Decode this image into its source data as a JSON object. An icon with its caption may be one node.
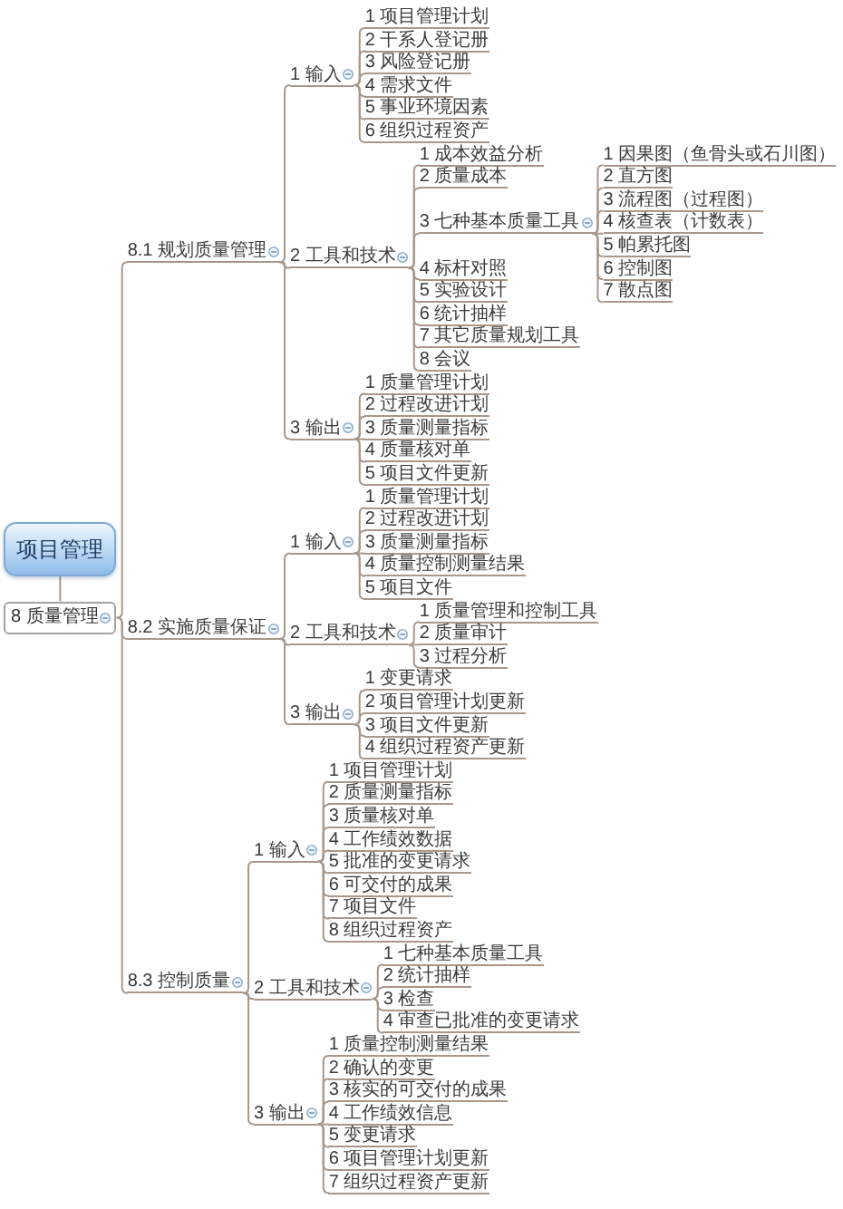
{
  "diagram": {
    "nodes": [
      {
        "text": [
          "项目管理"
        ]
      },
      {
        "text": [
          "8 质量管理"
        ]
      },
      {
        "text": [
          "8.1 规划质量管理"
        ]
      },
      {
        "text": [
          "1 输入"
        ]
      },
      {
        "text": [
          "1 项目管理计划"
        ]
      },
      {
        "text": [
          "2 干系人登记册"
        ]
      },
      {
        "text": [
          "3 风险登记册"
        ]
      },
      {
        "text": [
          "4 需求文件"
        ]
      },
      {
        "text": [
          "5 事业环境因素"
        ]
      },
      {
        "text": [
          "6 组织过程资产"
        ]
      },
      {
        "text": [
          "2 工具和技术"
        ]
      },
      {
        "text": [
          "1 成本效益分析"
        ]
      },
      {
        "text": [
          "2 质量成本"
        ]
      },
      {
        "text": [
          "3 七种基本质量工具"
        ]
      },
      {
        "text": [
          "1 因果图（鱼骨头或石川图）"
        ]
      },
      {
        "text": [
          "2 直方图"
        ]
      },
      {
        "text": [
          "3 流程图（过程图）"
        ]
      },
      {
        "text": [
          "4 核查表（计数表）"
        ]
      },
      {
        "text": [
          "5 帕累托图"
        ]
      },
      {
        "text": [
          "6 控制图"
        ]
      },
      {
        "text": [
          "7 散点图"
        ]
      },
      {
        "text": [
          "4 标杆对照"
        ]
      },
      {
        "text": [
          "5 实验设计"
        ]
      },
      {
        "text": [
          "6 统计抽样"
        ]
      },
      {
        "text": [
          "7 其它质量规划工具"
        ]
      },
      {
        "text": [
          "8 会议"
        ]
      },
      {
        "text": [
          "3 输出"
        ]
      },
      {
        "text": [
          "1 质量管理计划"
        ]
      },
      {
        "text": [
          "2 过程改进计划"
        ]
      },
      {
        "text": [
          "3 质量测量指标"
        ]
      },
      {
        "text": [
          "4 质量核对单"
        ]
      },
      {
        "text": [
          "5 项目文件更新"
        ]
      },
      {
        "text": [
          "8.2 实施质量保证"
        ]
      },
      {
        "text": [
          "1 输入"
        ]
      },
      {
        "text": [
          "1 质量管理计划"
        ]
      },
      {
        "text": [
          "2 过程改进计划"
        ]
      },
      {
        "text": [
          "3 质量测量指标"
        ]
      },
      {
        "text": [
          "4 质量控制测量结果"
        ]
      },
      {
        "text": [
          "5 项目文件"
        ]
      },
      {
        "text": [
          "2 工具和技术"
        ]
      },
      {
        "text": [
          "1 质量管理和控制工具"
        ]
      },
      {
        "text": [
          "2 质量审计"
        ]
      },
      {
        "text": [
          "3 过程分析"
        ]
      },
      {
        "text": [
          "3 输出"
        ]
      },
      {
        "text": [
          "1 变更请求"
        ]
      },
      {
        "text": [
          "2 项目管理计划更新"
        ]
      },
      {
        "text": [
          "3 项目文件更新"
        ]
      },
      {
        "text": [
          "4 组织过程资产更新"
        ]
      },
      {
        "text": [
          "8.3 控制质量"
        ]
      },
      {
        "text": [
          "1 输入"
        ]
      },
      {
        "text": [
          "1 项目管理计划"
        ]
      },
      {
        "text": [
          "2 质量测量指标"
        ]
      },
      {
        "text": [
          "3 质量核对单"
        ]
      },
      {
        "text": [
          "4 工作绩效数据"
        ]
      },
      {
        "text": [
          "5 批准的变更请求"
        ]
      },
      {
        "text": [
          "6 可交付的成果"
        ]
      },
      {
        "text": [
          "7 项目文件"
        ]
      },
      {
        "text": [
          "8 组织过程资产"
        ]
      },
      {
        "text": [
          "2 工具和技术"
        ]
      },
      {
        "text": [
          "1 七种基本质量工具"
        ]
      },
      {
        "text": [
          "2 统计抽样"
        ]
      },
      {
        "text": [
          "3 检查"
        ]
      },
      {
        "text": [
          "4 审查已批准的变更请求"
        ]
      },
      {
        "text": [
          "3 输出"
        ]
      },
      {
        "text": [
          "1 质量控制测量结果"
        ]
      },
      {
        "text": [
          "2 确认的变更"
        ]
      },
      {
        "text": [
          "3 核实的可交付的成果"
        ]
      },
      {
        "text": [
          "4 工作绩效信息"
        ]
      },
      {
        "text": [
          "5 变更请求"
        ]
      },
      {
        "text": [
          "6 项目管理计划更新"
        ]
      },
      {
        "text": [
          "7 组织过程资产更新"
        ]
      }
    ],
    "edges": [
      {
        "from": 0,
        "to": 1,
        "arrow": "none"
      },
      {
        "from": 1,
        "to": 2,
        "arrow": "none"
      },
      {
        "from": 2,
        "to": 3,
        "arrow": "none"
      },
      {
        "from": 3,
        "to": 4,
        "arrow": "none"
      },
      {
        "from": 3,
        "to": 5,
        "arrow": "none"
      },
      {
        "from": 3,
        "to": 6,
        "arrow": "none"
      },
      {
        "from": 3,
        "to": 7,
        "arrow": "none"
      },
      {
        "from": 3,
        "to": 8,
        "arrow": "none"
      },
      {
        "from": 3,
        "to": 9,
        "arrow": "none"
      },
      {
        "from": 2,
        "to": 10,
        "arrow": "none"
      },
      {
        "from": 10,
        "to": 11,
        "arrow": "none"
      },
      {
        "from": 10,
        "to": 12,
        "arrow": "none"
      },
      {
        "from": 10,
        "to": 13,
        "arrow": "none"
      },
      {
        "from": 13,
        "to": 14,
        "arrow": "none"
      },
      {
        "from": 13,
        "to": 15,
        "arrow": "none"
      },
      {
        "from": 13,
        "to": 16,
        "arrow": "none"
      },
      {
        "from": 13,
        "to": 17,
        "arrow": "none"
      },
      {
        "from": 13,
        "to": 18,
        "arrow": "none"
      },
      {
        "from": 13,
        "to": 19,
        "arrow": "none"
      },
      {
        "from": 13,
        "to": 20,
        "arrow": "none"
      },
      {
        "from": 10,
        "to": 21,
        "arrow": "none"
      },
      {
        "from": 10,
        "to": 22,
        "arrow": "none"
      },
      {
        "from": 10,
        "to": 23,
        "arrow": "none"
      },
      {
        "from": 10,
        "to": 24,
        "arrow": "none"
      },
      {
        "from": 10,
        "to": 25,
        "arrow": "none"
      },
      {
        "from": 2,
        "to": 26,
        "arrow": "none"
      },
      {
        "from": 26,
        "to": 27,
        "arrow": "none"
      },
      {
        "from": 26,
        "to": 28,
        "arrow": "none"
      },
      {
        "from": 26,
        "to": 29,
        "arrow": "none"
      },
      {
        "from": 26,
        "to": 30,
        "arrow": "none"
      },
      {
        "from": 26,
        "to": 31,
        "arrow": "none"
      },
      {
        "from": 1,
        "to": 32,
        "arrow": "none"
      },
      {
        "from": 32,
        "to": 33,
        "arrow": "none"
      },
      {
        "from": 33,
        "to": 34,
        "arrow": "none"
      },
      {
        "from": 33,
        "to": 35,
        "arrow": "none"
      },
      {
        "from": 33,
        "to": 36,
        "arrow": "none"
      },
      {
        "from": 33,
        "to": 37,
        "arrow": "none"
      },
      {
        "from": 33,
        "to": 38,
        "arrow": "none"
      },
      {
        "from": 32,
        "to": 39,
        "arrow": "none"
      },
      {
        "from": 39,
        "to": 40,
        "arrow": "none"
      },
      {
        "from": 39,
        "to": 41,
        "arrow": "none"
      },
      {
        "from": 39,
        "to": 42,
        "arrow": "none"
      },
      {
        "from": 32,
        "to": 43,
        "arrow": "none"
      },
      {
        "from": 43,
        "to": 44,
        "arrow": "none"
      },
      {
        "from": 43,
        "to": 45,
        "arrow": "none"
      },
      {
        "from": 43,
        "to": 46,
        "arrow": "none"
      },
      {
        "from": 43,
        "to": 47,
        "arrow": "none"
      },
      {
        "from": 1,
        "to": 48,
        "arrow": "none"
      },
      {
        "from": 48,
        "to": 49,
        "arrow": "none"
      },
      {
        "from": 49,
        "to": 50,
        "arrow": "none"
      },
      {
        "from": 49,
        "to": 51,
        "arrow": "none"
      },
      {
        "from": 49,
        "to": 52,
        "arrow": "none"
      },
      {
        "from": 49,
        "to": 53,
        "arrow": "none"
      },
      {
        "from": 49,
        "to": 54,
        "arrow": "none"
      },
      {
        "from": 49,
        "to": 55,
        "arrow": "none"
      },
      {
        "from": 49,
        "to": 56,
        "arrow": "none"
      },
      {
        "from": 49,
        "to": 57,
        "arrow": "none"
      },
      {
        "from": 48,
        "to": 58,
        "arrow": "none"
      },
      {
        "from": 58,
        "to": 59,
        "arrow": "none"
      },
      {
        "from": 58,
        "to": 60,
        "arrow": "none"
      },
      {
        "from": 58,
        "to": 61,
        "arrow": "none"
      },
      {
        "from": 58,
        "to": 62,
        "arrow": "none"
      },
      {
        "from": 48,
        "to": 63,
        "arrow": "none"
      },
      {
        "from": 63,
        "to": 64,
        "arrow": "none"
      },
      {
        "from": 63,
        "to": 65,
        "arrow": "none"
      },
      {
        "from": 63,
        "to": 66,
        "arrow": "none"
      },
      {
        "from": 63,
        "to": 67,
        "arrow": "none"
      },
      {
        "from": 63,
        "to": 68,
        "arrow": "none"
      },
      {
        "from": 63,
        "to": 69,
        "arrow": "none"
      },
      {
        "from": 63,
        "to": 70,
        "arrow": "none"
      }
    ]
  }
}
